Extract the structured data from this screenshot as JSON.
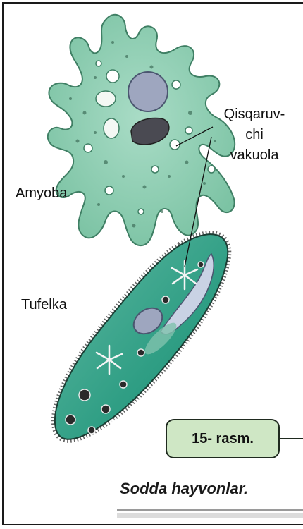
{
  "labels": {
    "amyoba": "Amyoba",
    "tufelka": "Tufelka",
    "vakuola_line1": "Qisqaruv-",
    "vakuola_line2": "chi",
    "vakuola_line3": "vakuola"
  },
  "figure": {
    "number_label": "15- rasm.",
    "caption": "Sodda hayvonlar."
  },
  "colors": {
    "amoeba_body": "#8fd0b4",
    "paramecium_body": "#3aa88e",
    "nucleus": "#9ea6bf",
    "label_box": "#cfe7c5"
  }
}
